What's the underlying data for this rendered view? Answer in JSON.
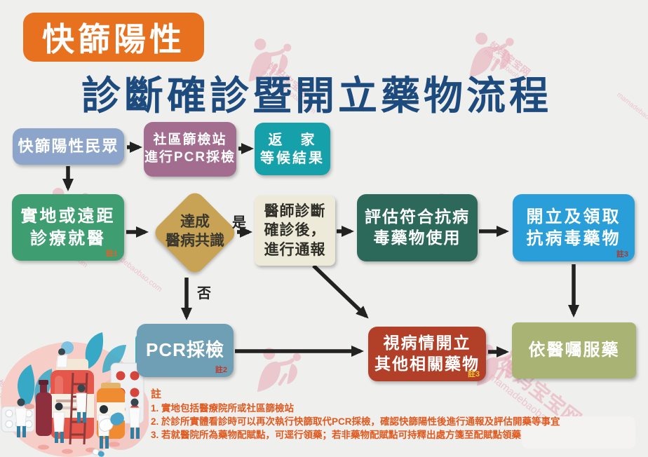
{
  "page": {
    "watermark_text": "妈妈宝宝网",
    "watermark_domain": "mamadebaobao.com"
  },
  "header": {
    "badge": "快篩陽性",
    "title": "診斷確診暨開立藥物流程"
  },
  "flow": {
    "boxes": {
      "rapid_positive_public": {
        "lines": [
          "快篩陽性民眾"
        ]
      },
      "community_station": {
        "lines": [
          "社區篩檢站",
          "進行PCR採檢"
        ]
      },
      "return_home": {
        "lines": [
          "返　家",
          "等候結果"
        ]
      },
      "onsite_or_remote": {
        "lines": [
          "實地或遠距",
          "診療就醫"
        ],
        "note": "註1"
      },
      "consensus_diamond": {
        "lines": [
          "達成",
          "醫病共識"
        ]
      },
      "doctor_report": {
        "lines": [
          "醫師診斷",
          "確診後，",
          "進行通報"
        ]
      },
      "evaluate_antiviral": {
        "lines": [
          "評估符合抗病",
          "毒藥物使用"
        ]
      },
      "prescribe_antiviral": {
        "lines": [
          "開立及領取",
          "抗病毒藥物"
        ],
        "note": "註3"
      },
      "pcr_test": {
        "lines": [
          "PCR採檢"
        ],
        "note": "註2"
      },
      "other_medication": {
        "lines": [
          "視病情開立",
          "其他相關藥物"
        ],
        "note": "註3"
      },
      "follow_doctor_orders": {
        "lines": [
          "依醫囑服藥"
        ]
      }
    },
    "labels": {
      "yes": "是",
      "no": "否"
    }
  },
  "notes": {
    "heading": "註",
    "items": [
      "1. 實地包括醫療院所或社區篩檢站",
      "2. 於診所實體看診時可以再次執行快篩取代PCR採檢，確認快篩陽性後進行通報及評估開藥等事宜",
      "3. 若就醫院所為藥物配賦點，可逕行領藥；若非藥物配賦點可持釋出處方箋至配賦點領藥"
    ]
  },
  "colors": {
    "background": "#efefed",
    "badge_bg": "#e8711f",
    "badge_text": "#ffffff",
    "title": "#1d4b7d",
    "rapid_public": "#8da5cb",
    "community": "#a26d8e",
    "return_home": "#16a0a9",
    "onsite": "#3f9d72",
    "diamond": "#c9a355",
    "diamond_text": "#3a382e",
    "report": "#edead9",
    "report_text": "#2f2f28",
    "evaluate": "#2d695a",
    "antiviral": "#2a9ed9",
    "pcr": "#6f9fb5",
    "other_med": "#b24028",
    "follow": "#a9b374",
    "note_text": "#e05a20",
    "note1_tag": "#e06228",
    "note2_tag": "#c0392b",
    "note3_yellow_tag": "#f5c433",
    "note3_red_tag": "#a93a30",
    "watermark": "#e9aebb",
    "arrow": "#222222"
  }
}
